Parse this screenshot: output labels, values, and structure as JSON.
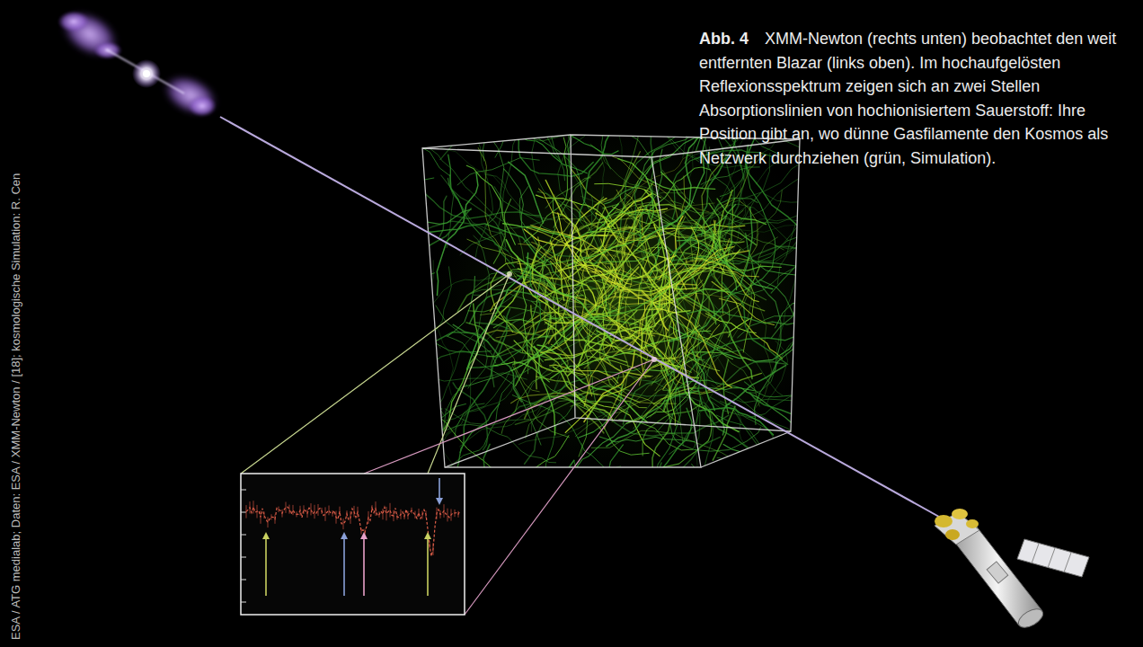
{
  "diagram": {
    "caption": "XMM-Newton (rechts unten) beobachtet den weit entfernten Blazar (links oben). Im hochaufgelösten Reflexionsspektrum zeigen sich an zwei Stellen Absorptionslinien von hochionisiertem Sauerstoff: Ihre Position gibt an, wo dünne Gasfilamente den Kosmos als Netzwerk durchziehen (grün, Simulation).",
    "labels": [
      "Abb. 4",
      "ESA / ATG medialab; Daten: ESA / XMM-Newton / [18]; kosmologische Simulation: R. Cen"
    ]
  }
}
